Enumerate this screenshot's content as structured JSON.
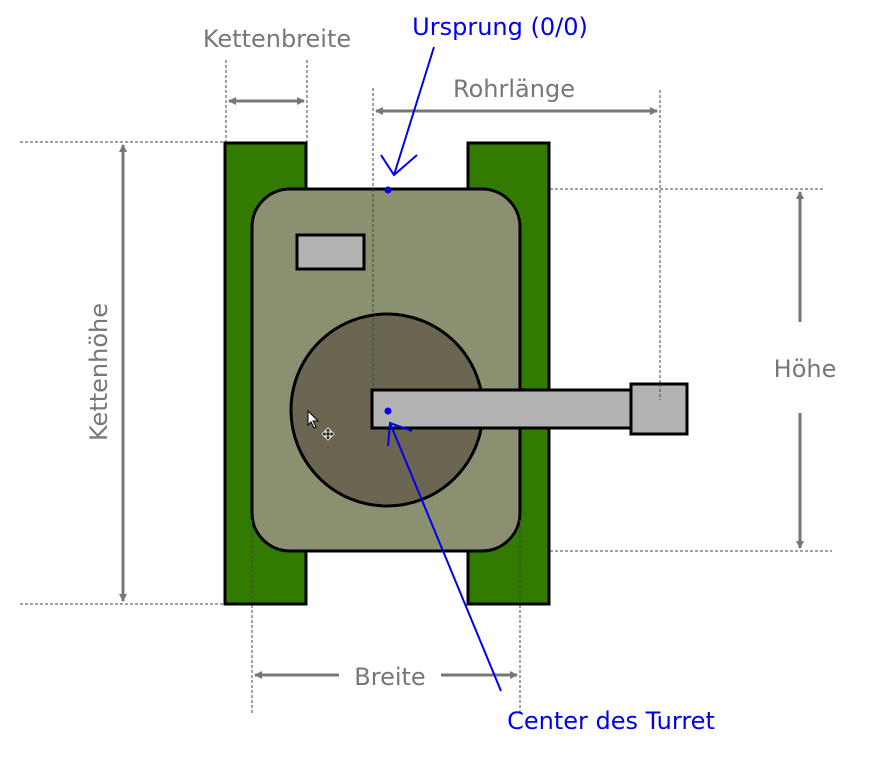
{
  "labels": {
    "kettenbreite": "Kettenbreite",
    "ursprung": "Ursprung (0/0)",
    "rohrlaenge": "Rohrlänge",
    "kettenhoehe": "Kettenhöhe",
    "hoehe": "Höhe",
    "breite": "Breite",
    "center_turret": "Center des Turret"
  },
  "colors": {
    "track": "#337a00",
    "hull": "#8a9070",
    "turret": "#6b6651",
    "barrel": "#b3b3b3",
    "annotation": "#0000ee",
    "dimension": "#777777"
  }
}
